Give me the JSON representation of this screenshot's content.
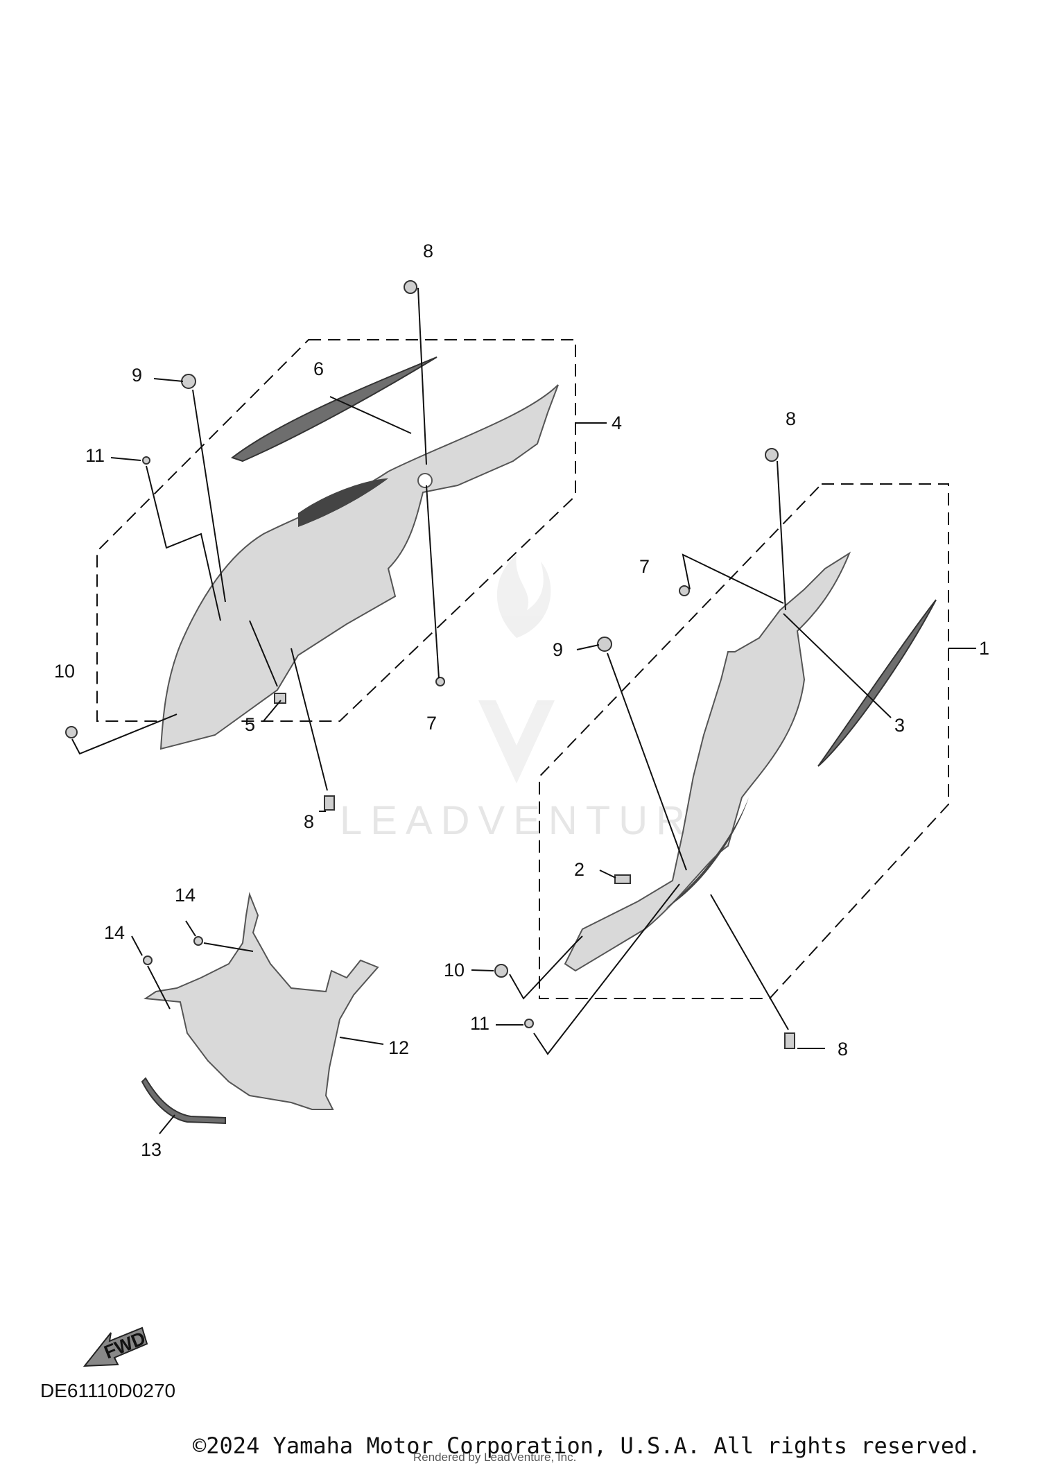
{
  "diagram": {
    "code": "DE61110D0270",
    "fwd_label": "FWD",
    "copyright": "©2024 Yamaha Motor Corporation, U.S.A. All rights reserved.",
    "rendered_by": "Rendered by LeadVenture, Inc.",
    "watermark": "LEADVENTURE",
    "callouts": {
      "c1": "1",
      "c2": "2",
      "c3": "3",
      "c4": "4",
      "c5": "5",
      "c6": "6",
      "c7a": "7",
      "c7b": "7",
      "c8a": "8",
      "c8b": "8",
      "c8c": "8",
      "c8d": "8",
      "c9a": "9",
      "c9b": "9",
      "c10a": "10",
      "c10b": "10",
      "c11a": "11",
      "c11b": "11",
      "c12": "12",
      "c13": "13",
      "c14a": "14",
      "c14b": "14"
    }
  }
}
